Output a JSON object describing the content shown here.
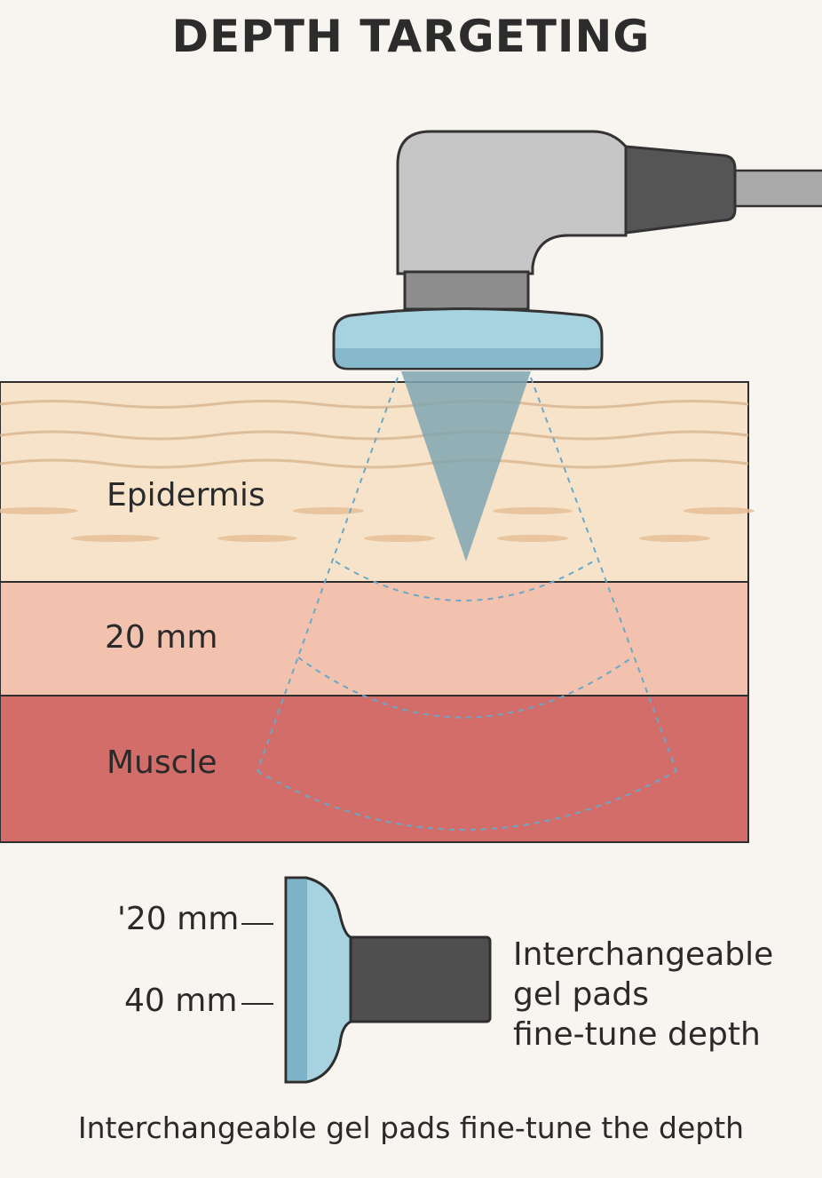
{
  "title": "DEPTH TARGETING",
  "layers": {
    "epidermis": "Epidermis",
    "middle": "20 mm",
    "muscle": "Muscle"
  },
  "pad": {
    "top_label": "'20 mm",
    "bottom_label": "40 mm",
    "side_text": [
      "Interchangeable",
      "gel pads",
      "fine-tune depth"
    ]
  },
  "caption": "Interchangeable gel pads fine-tune the depth",
  "colors": {
    "epidermis": "#f6e3c9",
    "dermis": "#f2c2ae",
    "muscle": "#d36d69",
    "gel": "#a7d3e0",
    "handle": "#c6c6c6",
    "dark": "#555555"
  }
}
